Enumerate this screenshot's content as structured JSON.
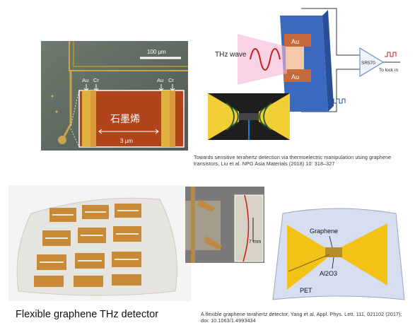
{
  "micrograph": {
    "scale_bar": "100 μm",
    "labels": [
      "Au",
      "Cr",
      "Au",
      "Cr"
    ],
    "material": "石墨烯",
    "width": "3 μm"
  },
  "schematic": {
    "input_label": "THz wave",
    "electrodes": [
      "Au",
      "Au"
    ],
    "amplifier": "SR570",
    "output_label": "To lock in"
  },
  "caption_top": "Towards sensitive terahertz detection via thermoelectric manipulation using graphene transistors, Liu et al. NPG Asia Materials (2018) 10: 318–327",
  "photo_caption": "Flexible graphene THz detector",
  "inset": {
    "scale": "7 mm"
  },
  "antenna": {
    "top_label": "Graphene",
    "oxide_label": "Al2O3",
    "substrate_label": "PET"
  },
  "caption_bottom": "A flexible graphene terahertz detector, Yang et al. Appl. Phys. Lett. 111, 021102 (2017); doi: 10.1063/1.4993434"
}
